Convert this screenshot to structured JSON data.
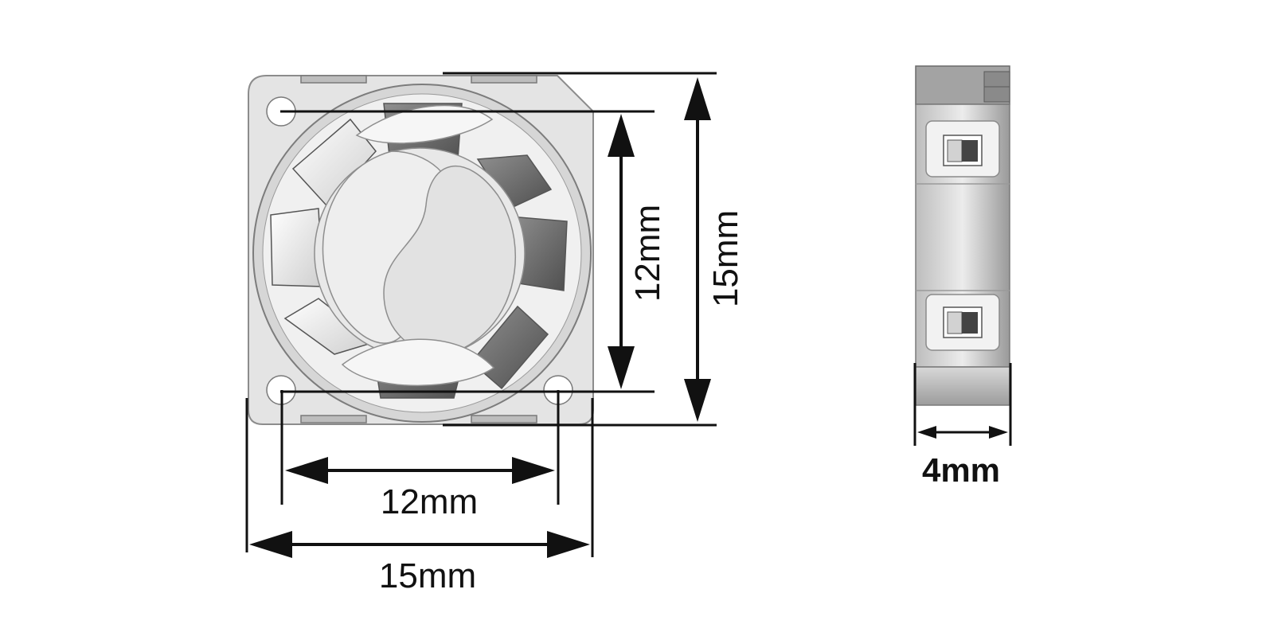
{
  "front_view": {
    "inner_width_label": "12mm",
    "outer_width_label": "15mm",
    "inner_height_label": "12mm",
    "outer_height_label": "15mm"
  },
  "side_view": {
    "thickness_label": "4mm"
  },
  "colors": {
    "ink": "#111111",
    "frame_fill": "#e3e3e3",
    "frame_stroke": "#8a8a8a",
    "hub_fill": "#e8e8e8",
    "blade_dark": "#6f6f6f",
    "blade_light": "#f4f4f4"
  }
}
